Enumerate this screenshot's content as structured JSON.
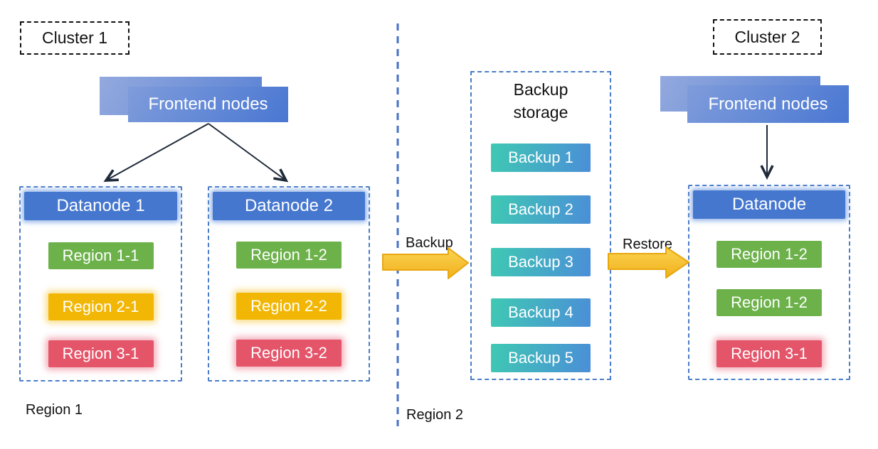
{
  "cluster1": {
    "label": "Cluster 1",
    "frontend_label": "Frontend nodes",
    "region_label": "Region 1",
    "datanodes": [
      {
        "title": "Datanode 1",
        "regions": [
          {
            "label": "Region 1-1",
            "color": "green"
          },
          {
            "label": "Region 2-1",
            "color": "yellow"
          },
          {
            "label": "Region 3-1",
            "color": "red"
          }
        ]
      },
      {
        "title": "Datanode 2",
        "regions": [
          {
            "label": "Region 1-2",
            "color": "green"
          },
          {
            "label": "Region 2-2",
            "color": "yellow"
          },
          {
            "label": "Region 3-2",
            "color": "red"
          }
        ]
      }
    ]
  },
  "backup_storage": {
    "title": "Backup storage",
    "items": [
      "Backup 1",
      "Backup 2",
      "Backup 3",
      "Backup 4",
      "Backup 5"
    ]
  },
  "cluster2": {
    "label": "Cluster 2",
    "frontend_label": "Frontend nodes",
    "region_label": "Region 2",
    "datanode": {
      "title": "Datanode",
      "regions": [
        {
          "label": "Region 1-2",
          "color": "green"
        },
        {
          "label": "Region 1-2",
          "color": "green"
        },
        {
          "label": "Region 3-1",
          "color": "red"
        }
      ]
    }
  },
  "arrows": {
    "backup_label": "Backup",
    "restore_label": "Restore"
  },
  "colors": {
    "node_blue": "#4577cf",
    "frontend_blue_light": "#7f9cdb",
    "frontend_blue": "#4a77d2",
    "region_green": "#6cb14a",
    "region_yellow": "#f2b705",
    "region_red": "#e4556a",
    "backup_teal": "#3fc9b3",
    "backup_blue": "#4b8ed8",
    "arrow_yellow_fill": "#f7c33b",
    "arrow_yellow_stroke": "#e8a70e",
    "dashed_border_blue": "#4a7cc7",
    "separator_blue": "#4a72c4",
    "connector_dark": "#1f2a3a"
  }
}
